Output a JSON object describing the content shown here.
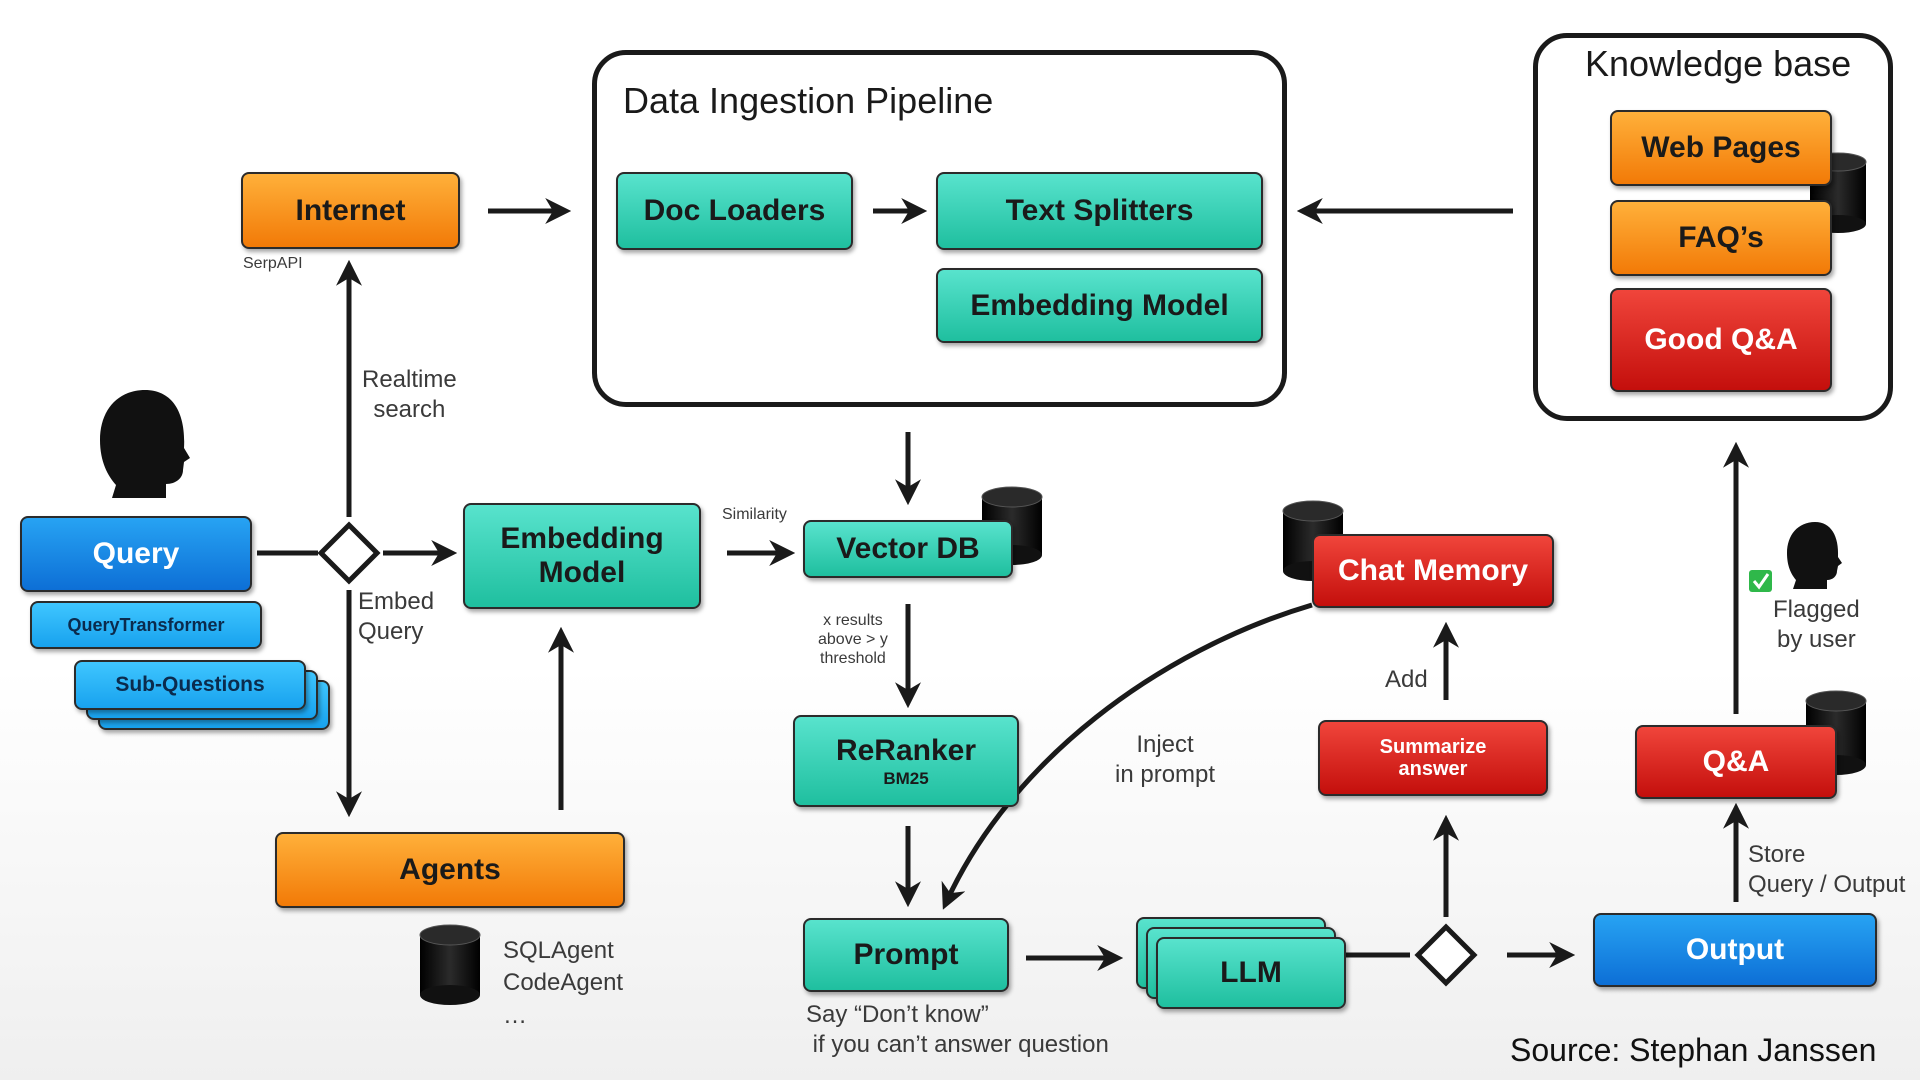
{
  "pipeline": {
    "title": "Data Ingestion Pipeline",
    "doc_loaders": "Doc Loaders",
    "text_splitters": "Text Splitters",
    "embedding_model": "Embedding Model"
  },
  "knowledge_base": {
    "title": "Knowledge base",
    "web_pages": "Web Pages",
    "faqs": "FAQ’s",
    "good_qa": "Good Q&A"
  },
  "internet": {
    "label": "Internet",
    "caption": "SerpAPI"
  },
  "query": {
    "label": "Query",
    "transformer": "QueryTransformer",
    "sub_questions": "Sub-Questions"
  },
  "labels": {
    "realtime_search": "Realtime\nsearch",
    "embed_query": "Embed\nQuery",
    "similarity": "Similarity",
    "x_results": "x results\nabove > y\nthreshold",
    "inject_prompt": "Inject\nin prompt",
    "add": "Add",
    "flagged": "Flagged\nby user",
    "store": "Store\nQuery / Output",
    "say_dont_know": "Say “Don’t know”\n if you can’t answer question",
    "agent_tools": "SQLAgent\nCodeAgent\n…",
    "source": "Source: Stephan Janssen"
  },
  "embedding_model_main": "Embedding\nModel",
  "vector_db": "Vector DB",
  "reranker": {
    "label": "ReRanker",
    "sub": "BM25"
  },
  "prompt": "Prompt",
  "llm": "LLM",
  "agents": "Agents",
  "chat_memory": "Chat Memory",
  "summarize": "Summarize\nanswer",
  "qa": "Q&A",
  "output": "Output",
  "colors": {
    "teal": "#2fd1b3",
    "orange": "#f7901a",
    "red": "#d8201a",
    "blue": "#1485e8",
    "light_blue": "#2bb5f8",
    "checkmark": "#2fb84a"
  },
  "icons": {
    "person": "person-head-icon",
    "database": "database-cylinder-icon",
    "check": "check-mark-icon"
  }
}
